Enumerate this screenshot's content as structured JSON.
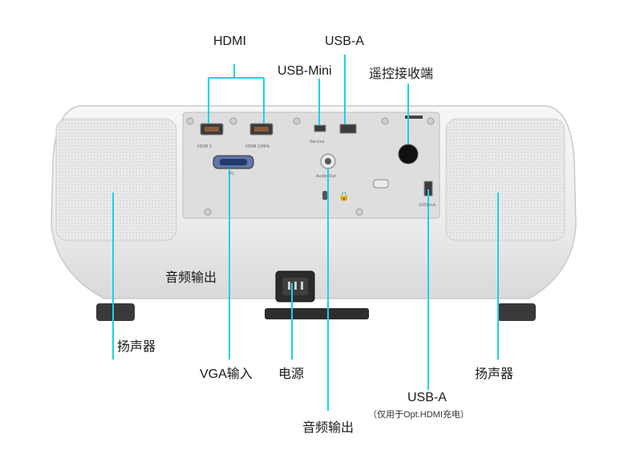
{
  "callouts": {
    "hdmi": "HDMI",
    "usb_a_top": "USB-A",
    "usb_mini": "USB-Mini",
    "remote_receiver": "遥控接收端",
    "audio_out_left": "音频输出",
    "speaker_left": "扬声器",
    "vga_in": "VGA输入",
    "power": "电源",
    "usb_a_bottom": "USB-A",
    "usb_a_note": "（仅用于Opt.HDMI充电）",
    "speaker_right": "扬声器",
    "audio_out_bottom": "音频输出"
  },
  "panel_marks": {
    "hdmi1": "HDMI 1",
    "hdmi2": "HDMI 2/MHL",
    "pc": "PC",
    "service": "Service",
    "audio_out": "Audio Out",
    "current": "1000mA"
  },
  "colors": {
    "leader_line": "#19d3e6",
    "body": "#ececec",
    "panel": "#dcdcdc",
    "speaker_grill": "#e6e6e6"
  }
}
